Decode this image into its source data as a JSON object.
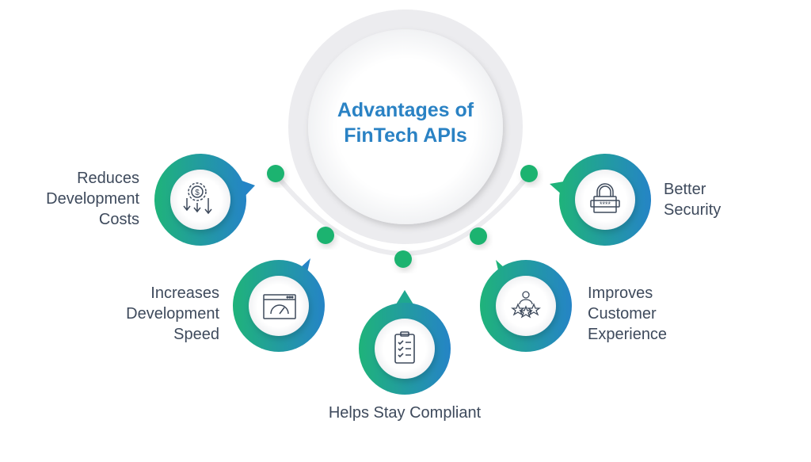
{
  "title": {
    "line1": "Advantages of",
    "line2": "FinTech APIs"
  },
  "colors": {
    "title": "#2a82c4",
    "gradient_start": "#1fb37a",
    "gradient_end": "#2584c6",
    "dot": "#1db36f",
    "label": "#3e4a5c",
    "ring": "#ececef"
  },
  "items": [
    {
      "line1": "Reduces",
      "line2": "Development",
      "line3": "Costs",
      "icon": "cost-reduction-icon"
    },
    {
      "line1": "Increases",
      "line2": "Development",
      "line3": "Speed",
      "icon": "speedometer-icon"
    },
    {
      "line1": "Helps Stay Compliant",
      "icon": "clipboard-checklist-icon"
    },
    {
      "line1": "Improves",
      "line2": "Customer",
      "line3": "Experience",
      "icon": "customer-rating-icon"
    },
    {
      "line1": "Better",
      "line2": "Security",
      "icon": "padlock-password-icon"
    }
  ]
}
